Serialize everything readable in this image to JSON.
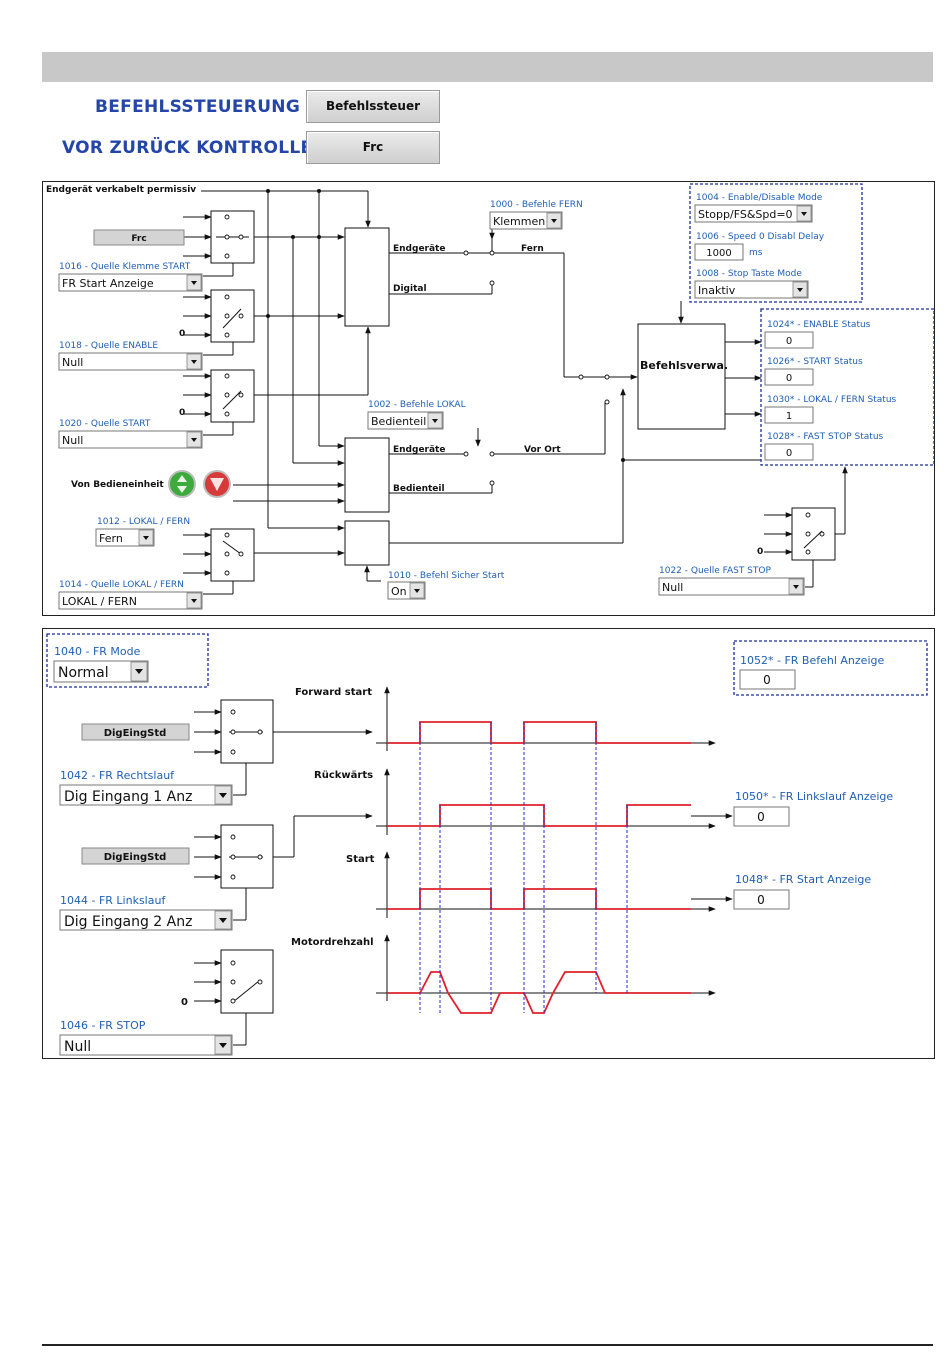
{
  "header": {
    "befehl_label": "BEFEHLSSTEUERUNG",
    "befehl_value": "Befehlssteuer",
    "vor_label": "VOR ZURÜCK KONTROLLE",
    "vor_value": "Frc"
  },
  "panel1": {
    "permissiv_label": "Endgerät verkabelt permissiv",
    "frc_button": "Frc",
    "p1016_label": "1016 - Quelle Klemme START",
    "p1016_value": "FR Start Anzeige",
    "p1018_label": "1018 - Quelle ENABLE",
    "p1018_value": "Null",
    "p1020_label": "1020 - Quelle START",
    "p1020_value": "Null",
    "zero_a": "0",
    "zero_b": "0",
    "zero_c": "0",
    "von_bedien_label": "Von Bedieneinheit",
    "p1012_label": "1012 - LOKAL / FERN",
    "p1012_value": "Fern",
    "p1014_label": "1014 - Quelle LOKAL / FERN",
    "p1014_value": "LOKAL / FERN",
    "p1000_label": "1000 - Befehle FERN",
    "p1000_value": "Klemmen",
    "endgeraete_top": "Endgeräte",
    "digital_label": "Digital",
    "fern_label": "Fern",
    "p1002_label": "1002 - Befehle LOKAL",
    "p1002_value": "Bedienteil",
    "endgeraete_bottom": "Endgeräte",
    "bedienteil_label": "Bedienteil",
    "vor_ort_label": "Vor Ort",
    "p1010_label": "1010 - Befehl Sicher Start",
    "p1010_value": "On",
    "befehlsverwa_label": "Befehlsverwa.",
    "p1004_label": "1004 - Enable/Disable Mode",
    "p1004_value": "Stopp/FS&Spd=0",
    "p1006_label": "1006 - Speed 0 Disabl Delay",
    "p1006_value": "1000",
    "p1006_unit": "ms",
    "p1008_label": "1008 - Stop Taste Mode",
    "p1008_value": "Inaktiv",
    "p1024_label": "1024* - ENABLE Status",
    "p1024_value": "0",
    "p1026_label": "1026* - START Status",
    "p1026_value": "0",
    "p1030_label": "1030* - LOKAL / FERN Status",
    "p1030_value": "1",
    "p1028_label": "1028* - FAST STOP Status",
    "p1028_value": "0",
    "p1022_label": "1022 - Quelle FAST STOP",
    "p1022_value": "Null"
  },
  "panel2": {
    "p1040_label": "1040 - FR Mode",
    "p1040_value": "Normal",
    "p1052_label": "1052* - FR Befehl Anzeige",
    "p1052_value": "0",
    "digeing_a": "DigEingStd",
    "digeing_b": "DigEingStd",
    "p1042_label": "1042 - FR Rechtslauf",
    "p1042_value": "Dig Eingang 1 Anz",
    "p1044_label": "1044 - FR Linkslauf",
    "p1044_value": "Dig Eingang 2 Anz",
    "p1046_label": "1046 - FR STOP",
    "p1046_value": "Null",
    "zero_stop": "0",
    "forward_start": "Forward start",
    "rueckwaerts": "Rückwärts",
    "start": "Start",
    "motordrehzahl": "Motordrehzahl",
    "p1050_label": "1050* - FR Linkslauf Anzeige",
    "p1050_value": "0",
    "p1048_label": "1048* - FR Start Anzeige",
    "p1048_value": "0"
  },
  "colors": {
    "param_label": "#1f5fb4",
    "header_label": "#2446a8",
    "signal_red": "#e0202a",
    "guide_blue": "#2a2ad0",
    "start_green": "#3caa3c",
    "stop_red": "#d63a3a"
  },
  "icons": {
    "green": "start-icon",
    "red": "stop-icon"
  }
}
